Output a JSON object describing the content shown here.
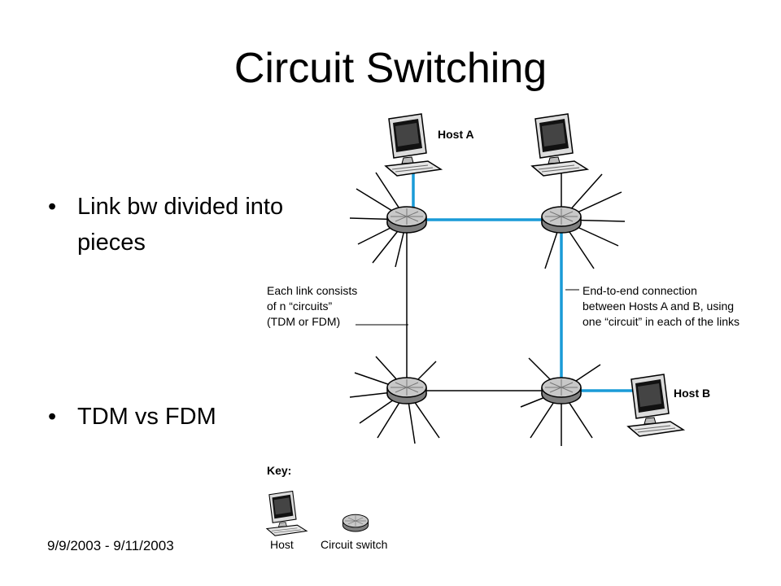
{
  "slide": {
    "title": "Circuit Switching",
    "bullets": [
      "Link bw divided into pieces",
      "TDM vs FDM"
    ],
    "footer": "9/9/2003 - 9/11/2003"
  },
  "diagram": {
    "hosts": {
      "host_a": "Host A",
      "host_b": "Host B"
    },
    "annotations": {
      "link_note": [
        "Each link consists",
        "of n “circuits”",
        "(TDM or FDM)"
      ],
      "connection_note": [
        "End-to-end connection",
        "between Hosts A and B, using",
        "one “circuit” in each of the links"
      ]
    },
    "key": {
      "heading": "Key:",
      "host": "Host",
      "circuit_switch": "Circuit switch"
    },
    "colors": {
      "circuit_path": "#1a9bd7",
      "link": "#000000",
      "switch_top": "#c8c8c8",
      "switch_side": "#8a8a8a"
    }
  }
}
